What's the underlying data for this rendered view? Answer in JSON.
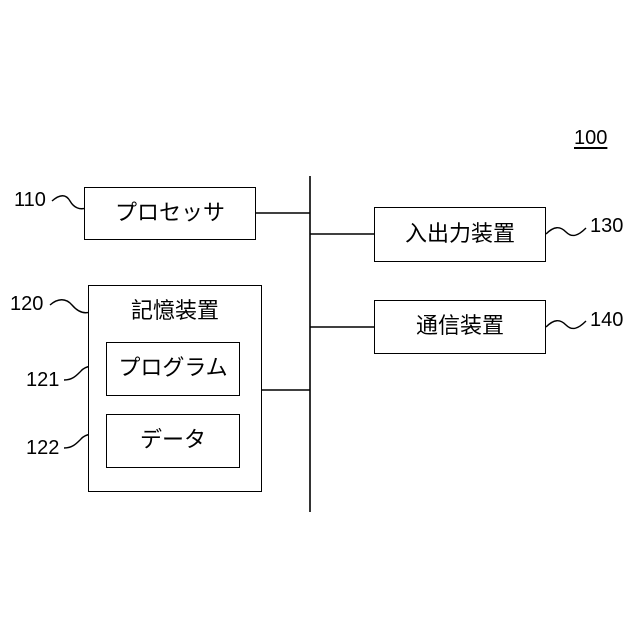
{
  "figure_ref": "100",
  "processor": {
    "label": "プロセッサ",
    "ref": "110"
  },
  "storage": {
    "label": "記憶装置",
    "ref": "120",
    "program": {
      "label": "プログラム",
      "ref": "121"
    },
    "data": {
      "label": "データ",
      "ref": "122"
    }
  },
  "io_device": {
    "label": "入出力装置",
    "ref": "130"
  },
  "comm_device": {
    "label": "通信装置",
    "ref": "140"
  }
}
